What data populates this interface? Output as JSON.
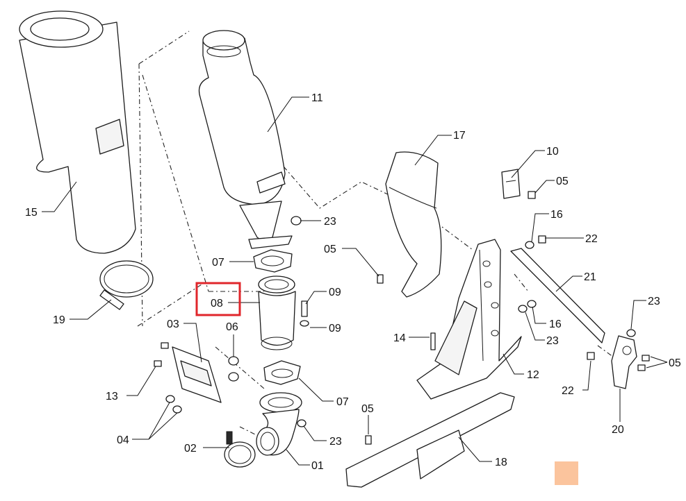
{
  "callouts": {
    "c11": "11",
    "c15": "15",
    "c17": "17",
    "c10": "10",
    "c05a": "05",
    "c23a": "23",
    "c16a": "16",
    "c22a": "22",
    "c05b": "05",
    "c07a": "07",
    "c08": "08",
    "c09a": "09",
    "c09b": "09",
    "c21": "21",
    "c19": "19",
    "c03": "03",
    "c06": "06",
    "c23b": "23",
    "c16b": "16",
    "c23c": "23",
    "c14": "14",
    "c05c": "05",
    "c13": "13",
    "c12": "12",
    "c22b": "22",
    "c07b": "07",
    "c04": "04",
    "c20": "20",
    "c05d": "05",
    "c23d": "23",
    "c02": "02",
    "c01": "01",
    "c18": "18"
  },
  "highlight": {
    "part": "08",
    "color": "#e0262b"
  },
  "swatch_color": "#fbc49d"
}
